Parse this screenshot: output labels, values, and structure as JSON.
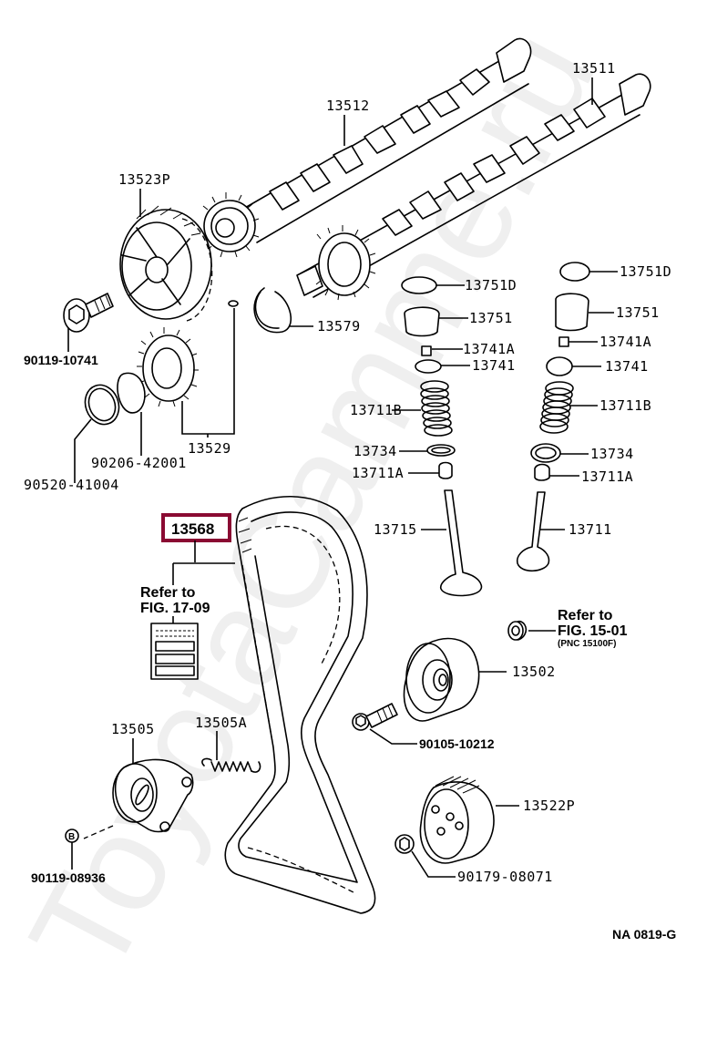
{
  "watermark": "ToyotaCamme.ru",
  "figure_code": "NA 0819-G",
  "highlight_color": "#8a0a32",
  "parts": {
    "camshaft_intake": "13511",
    "camshaft_exhaust": "13512",
    "cam_timing_pulley": "13523P",
    "camshaft_sub_gear": "13529",
    "snap_ring": "13579",
    "pulley_bolt": "90119-10741",
    "wave_washer": "90206-42001",
    "snap_ring_gear": "90520-41004",
    "shim_left": "13751D",
    "lifter_left": "13751",
    "keeper_left": "13741A",
    "retainer_left": "13741",
    "spring_left": "13711B",
    "spring_seat_left": "13734",
    "stem_seal_left": "13711A",
    "exhaust_valve": "13715",
    "shim_right": "13751D",
    "lifter_right": "13751",
    "keeper_right": "13741A",
    "retainer_right": "13741",
    "spring_right": "13711B",
    "spring_seat_right": "13734",
    "stem_seal_right": "13711A",
    "intake_valve": "13711",
    "timing_belt": "13568",
    "idler_pulley": "13502",
    "idler_bolt": "90105-10212",
    "tensioner": "13505",
    "tensioner_spring": "13505A",
    "tensioner_bolt": "90119-08936",
    "tensioner_bolt_marker": "B",
    "crank_pulley": "13522P",
    "crank_bolt": "90179-08071"
  },
  "references": {
    "belt_ref_line1": "Refer to",
    "belt_ref_line2": "FIG. 17-09",
    "plug_ref_line1": "Refer to",
    "plug_ref_line2": "FIG. 15-01",
    "plug_ref_line3": "(PNC 15100F)"
  }
}
